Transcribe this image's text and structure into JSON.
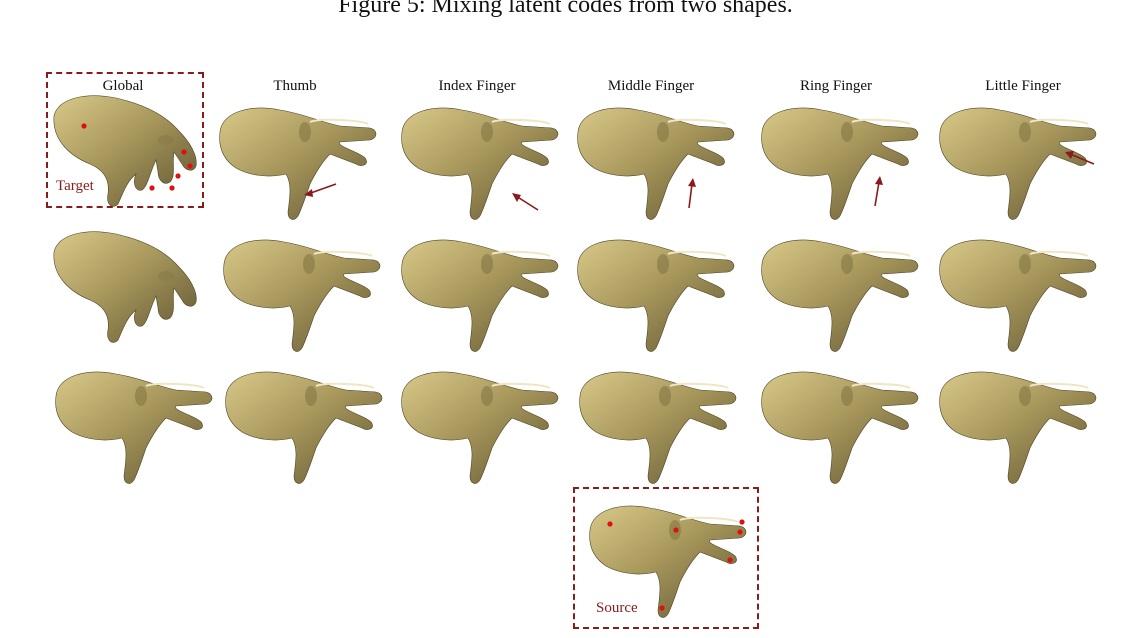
{
  "figure": {
    "caption": "Figure 5: Mixing latent codes from two shapes.",
    "columns": [
      {
        "label": "Global"
      },
      {
        "label": "Thumb"
      },
      {
        "label": "Index Finger"
      },
      {
        "label": "Middle Finger"
      },
      {
        "label": "Ring Finger"
      },
      {
        "label": "Little Finger"
      }
    ],
    "target_label": "Target",
    "source_label": "Source",
    "colors": {
      "box": "#8b1a1a",
      "skin_light": "#c9b97a",
      "skin_mid": "#a8985c",
      "skin_dark": "#6d6136",
      "keypoint": "#e01010"
    }
  }
}
